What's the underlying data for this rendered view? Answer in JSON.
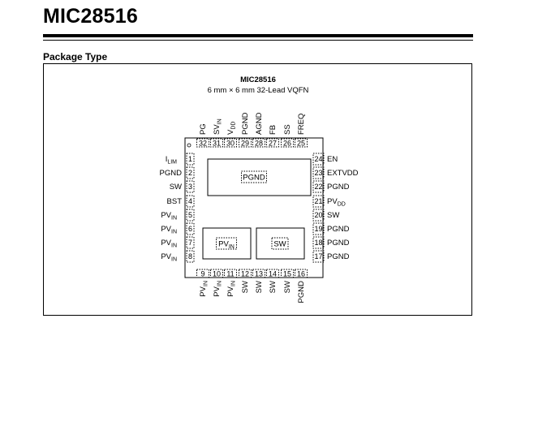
{
  "document": {
    "title": "MIC28516",
    "section_title": "Package Type"
  },
  "package": {
    "name": "MIC28516",
    "description": "6 mm × 6 mm 32-Lead VQFN"
  },
  "pins": {
    "left": [
      {
        "num": "1",
        "name": "I",
        "sub": "LIM"
      },
      {
        "num": "2",
        "name": "PGND",
        "sub": ""
      },
      {
        "num": "3",
        "name": "SW",
        "sub": ""
      },
      {
        "num": "4",
        "name": "BST",
        "sub": ""
      },
      {
        "num": "5",
        "name": "PV",
        "sub": "IN"
      },
      {
        "num": "6",
        "name": "PV",
        "sub": "IN"
      },
      {
        "num": "7",
        "name": "PV",
        "sub": "IN"
      },
      {
        "num": "8",
        "name": "PV",
        "sub": "IN"
      }
    ],
    "bottom": [
      {
        "num": "9",
        "name": "PV",
        "sub": "IN"
      },
      {
        "num": "10",
        "name": "PV",
        "sub": "IN"
      },
      {
        "num": "11",
        "name": "PV",
        "sub": "IN"
      },
      {
        "num": "12",
        "name": "SW",
        "sub": ""
      },
      {
        "num": "13",
        "name": "SW",
        "sub": ""
      },
      {
        "num": "14",
        "name": "SW",
        "sub": ""
      },
      {
        "num": "15",
        "name": "SW",
        "sub": ""
      },
      {
        "num": "16",
        "name": "PGND",
        "sub": ""
      }
    ],
    "right": [
      {
        "num": "24",
        "name": "EN",
        "sub": ""
      },
      {
        "num": "23",
        "name": "EXTVDD",
        "sub": ""
      },
      {
        "num": "22",
        "name": "PGND",
        "sub": ""
      },
      {
        "num": "21",
        "name": "PV",
        "sub": "DD"
      },
      {
        "num": "20",
        "name": "SW",
        "sub": ""
      },
      {
        "num": "19",
        "name": "PGND",
        "sub": ""
      },
      {
        "num": "18",
        "name": "PGND",
        "sub": ""
      },
      {
        "num": "17",
        "name": "PGND",
        "sub": ""
      }
    ],
    "top": [
      {
        "num": "32",
        "name": "PG",
        "sub": ""
      },
      {
        "num": "31",
        "name": "SV",
        "sub": "IN"
      },
      {
        "num": "30",
        "name": "V",
        "sub": "DD"
      },
      {
        "num": "29",
        "name": "PGND",
        "sub": ""
      },
      {
        "num": "28",
        "name": "AGND",
        "sub": ""
      },
      {
        "num": "27",
        "name": "FB",
        "sub": ""
      },
      {
        "num": "26",
        "name": "SS",
        "sub": ""
      },
      {
        "num": "25",
        "name": "FREQ",
        "sub": ""
      }
    ]
  },
  "pads": {
    "top": {
      "name": "PGND",
      "sub": ""
    },
    "bottom_left": {
      "name": "PV",
      "sub": "IN"
    },
    "bottom_right": {
      "name": "SW",
      "sub": ""
    }
  }
}
